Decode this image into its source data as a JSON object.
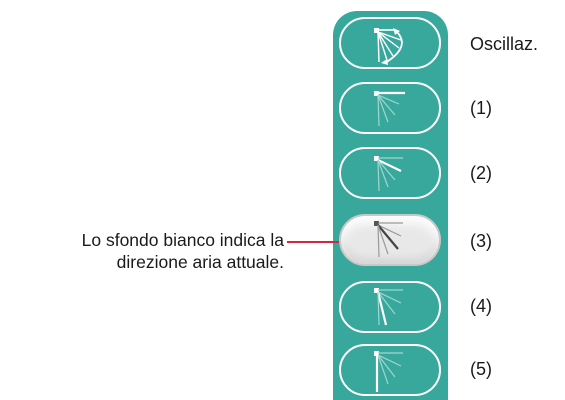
{
  "modes": [
    {
      "id": "swing",
      "label": "Oscillaz.",
      "active": false
    },
    {
      "id": "pos1",
      "label": "(1)",
      "active": false
    },
    {
      "id": "pos2",
      "label": "(2)",
      "active": false
    },
    {
      "id": "pos3",
      "label": "(3)",
      "active": true
    },
    {
      "id": "pos4",
      "label": "(4)",
      "active": false
    },
    {
      "id": "pos5",
      "label": "(5)",
      "active": false
    }
  ],
  "callout": {
    "line1": "Lo sfondo bianco indica la",
    "line2": "direzione aria attuale."
  },
  "colors": {
    "panel": "#38a89d",
    "active_bg": "#e8e8e8",
    "leader": "#d7263d"
  }
}
